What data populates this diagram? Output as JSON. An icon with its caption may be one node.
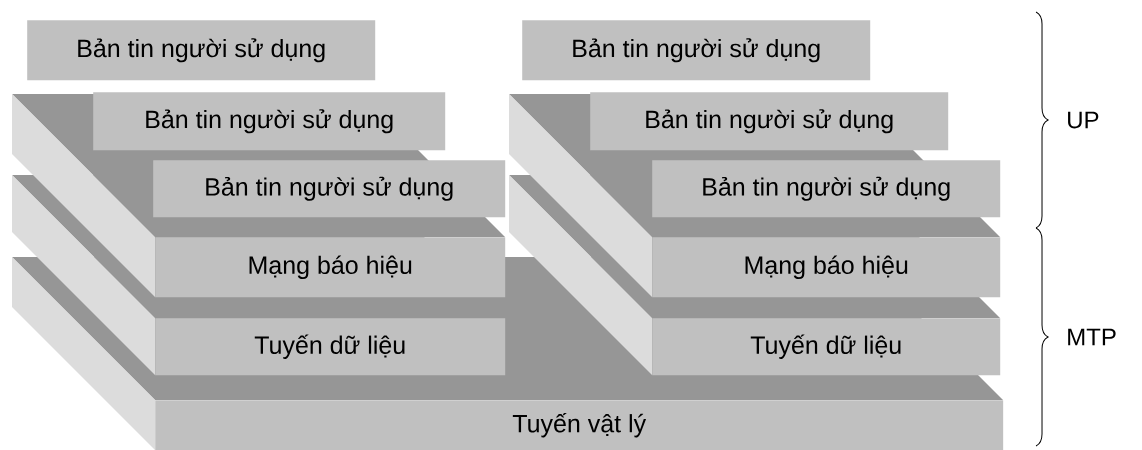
{
  "diagram": {
    "nodes": [
      {
        "text": [
          "Bản tin người sử dụng"
        ]
      },
      {
        "text": [
          "Bản tin người sử dụng"
        ]
      },
      {
        "text": [
          "Bản tin người sử dụng"
        ]
      },
      {
        "text": [
          "Bản tin người sử dụng"
        ]
      },
      {
        "text": [
          "Bản tin người sử dụng"
        ]
      },
      {
        "text": [
          "Bản tin người sử dụng"
        ]
      },
      {
        "text": [
          "Mạng báo hiệu"
        ]
      },
      {
        "text": [
          "Mạng báo hiệu"
        ]
      },
      {
        "text": [
          "Tuyến dữ liệu"
        ]
      },
      {
        "text": [
          "Tuyến dữ liệu"
        ]
      },
      {
        "text": [
          "Tuyến vật lý"
        ]
      }
    ],
    "labels": [
      "UP",
      "MTP"
    ]
  }
}
